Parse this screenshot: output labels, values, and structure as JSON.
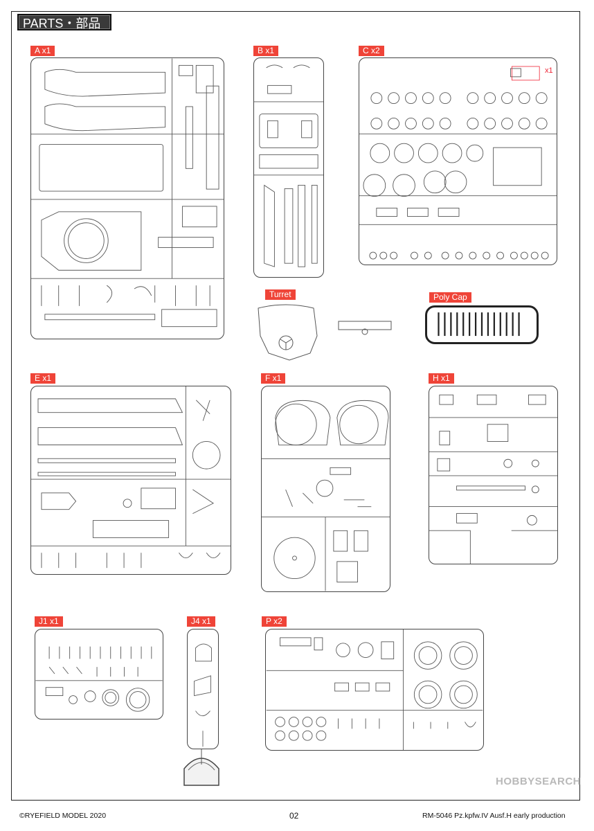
{
  "header": {
    "title": "PARTS・部品図"
  },
  "sprues": {
    "a": {
      "label": "A x1"
    },
    "b": {
      "label": "B x1"
    },
    "c": {
      "label": "C x2",
      "note": "x1"
    },
    "turret": {
      "label": "Turret"
    },
    "polycap": {
      "label": "Poly Cap"
    },
    "e": {
      "label": "E x1"
    },
    "f": {
      "label": "F x1"
    },
    "h": {
      "label": "H x1"
    },
    "j1": {
      "label": "J1 x1"
    },
    "j4": {
      "label": "J4 x1"
    },
    "p": {
      "label": "P x2"
    }
  },
  "footer": {
    "copyright": "©RYEFIELD MODEL 2020",
    "page_number": "02",
    "product": "RM-5046  Pz.kpfw.IV Ausf.H early production"
  },
  "watermark": {
    "text": "HOBBYSEARCH"
  },
  "colors": {
    "label_bg": "#ef4438",
    "header_bg": "#3a3a3a"
  }
}
